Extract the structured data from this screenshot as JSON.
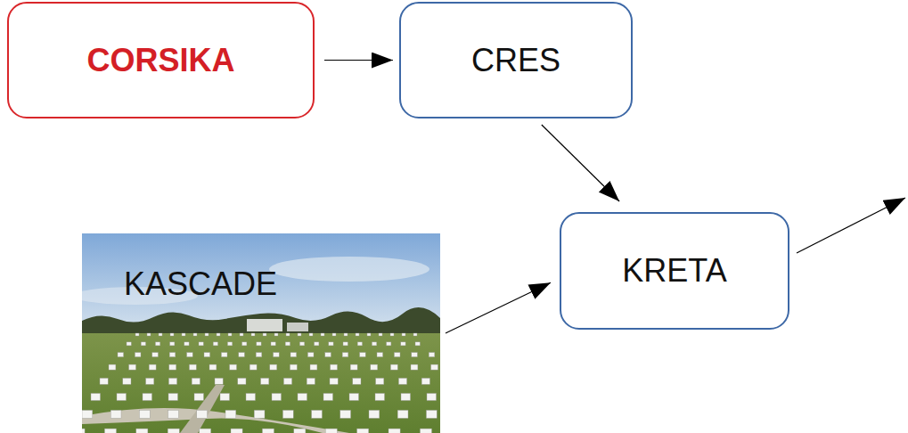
{
  "diagram": {
    "nodes": [
      {
        "text": [
          "CORSIKA"
        ]
      },
      {
        "text": [
          "CRES"
        ]
      },
      {
        "text": [
          "KASCADE"
        ]
      },
      {
        "text": [
          "KRETA"
        ]
      }
    ],
    "edges": [
      {
        "from": 0,
        "to": 1,
        "arrow": "to"
      },
      {
        "from": 1,
        "to": 3,
        "arrow": "to"
      },
      {
        "from": 2,
        "to": 3,
        "arrow": "to"
      }
    ]
  }
}
